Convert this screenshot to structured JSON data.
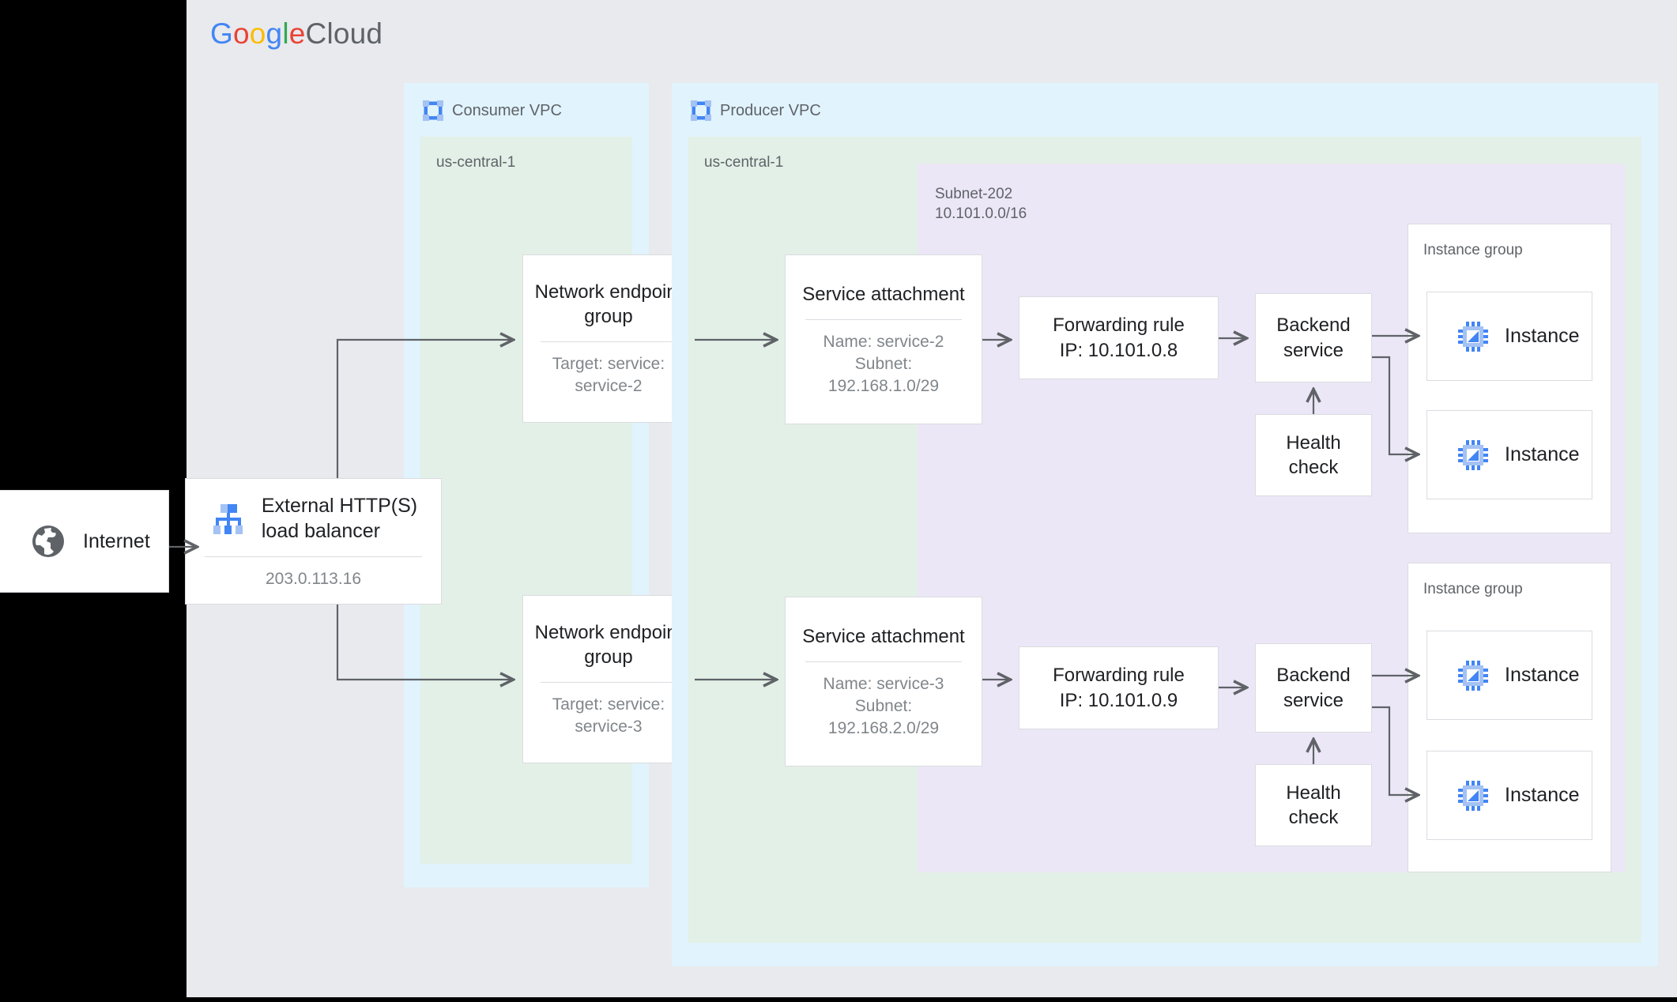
{
  "brand": {
    "g1": "G",
    "o1": "o",
    "o2": "o",
    "g2": "g",
    "l": "l",
    "e": "e",
    "cloud": " Cloud",
    "colors": {
      "blue": "#4285f4",
      "red": "#ea4335",
      "yellow": "#fbbc05",
      "green": "#34a853",
      "grey": "#5f6368",
      "canvas": "#e8eaed",
      "vpc": "#e1f3fd",
      "region": "#e3f0e7",
      "subnet": "#ece7f6",
      "box_border": "#dadce0",
      "wire": "#5f6368"
    }
  },
  "internet": {
    "label": "Internet",
    "icon": "globe-icon"
  },
  "load_balancer": {
    "title": "External HTTP(S)\nload balancer",
    "ip": "203.0.113.16",
    "icon": "load-balancer-icon"
  },
  "consumer_vpc": {
    "title": "Consumer VPC",
    "icon": "vpc-icon",
    "region": "us-central-1",
    "nodes": [
      {
        "title": "Network\nendpoint group",
        "sub": "Target: service:\nservice-2"
      },
      {
        "title": "Network\nendpoint group",
        "sub": "Target: service:\nservice-3"
      }
    ]
  },
  "producer_vpc": {
    "title": "Producer VPC",
    "icon": "vpc-icon",
    "region": "us-central-1",
    "service_attachments": [
      {
        "title": "Service attachment",
        "sub": "Name: service-2\nSubnet:\n192.168.1.0/29"
      },
      {
        "title": "Service attachment",
        "sub": "Name: service-3\nSubnet:\n192.168.2.0/29"
      }
    ],
    "subnet": {
      "name": "Subnet-202",
      "cidr": "10.101.0.0/16",
      "label": "Subnet-202\n10.101.0.0/16"
    },
    "paths": [
      {
        "forwarding_rule": "Forwarding rule\nIP: 10.101.0.8",
        "backend_service": "Backend\nservice",
        "health_check": "Health\ncheck",
        "instance_group": {
          "label": "Instance group",
          "instances": [
            {
              "label": "Instance",
              "icon": "instance-chip-icon"
            },
            {
              "label": "Instance",
              "icon": "instance-chip-icon"
            }
          ]
        }
      },
      {
        "forwarding_rule": "Forwarding rule\nIP: 10.101.0.9",
        "backend_service": "Backend\nservice",
        "health_check": "Health\ncheck",
        "instance_group": {
          "label": "Instance group",
          "instances": [
            {
              "label": "Instance",
              "icon": "instance-chip-icon"
            },
            {
              "label": "Instance",
              "icon": "instance-chip-icon"
            }
          ]
        }
      }
    ]
  }
}
